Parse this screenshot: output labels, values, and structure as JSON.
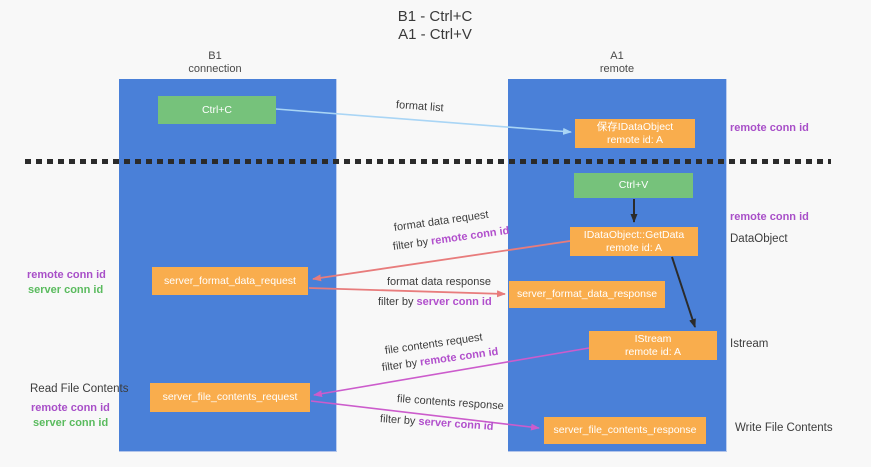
{
  "title": {
    "line1": "B1 - Ctrl+C",
    "line2": "A1 - Ctrl+V"
  },
  "lanes": {
    "left": {
      "title": "B1",
      "subtitle": "connection"
    },
    "right": {
      "title": "A1",
      "subtitle": "remote"
    }
  },
  "nodes": {
    "ctrl_c": {
      "label": "Ctrl+C"
    },
    "ctrl_v": {
      "label": "Ctrl+V"
    },
    "save_idataobject": {
      "line1": "保存IDataObject",
      "line2": "remote id: A"
    },
    "getdata": {
      "line1": "IDataObject::GetData",
      "line2": "remote id: A"
    },
    "istream": {
      "line1": "IStream",
      "line2": "remote id: A"
    },
    "format_request": {
      "label": "server_format_data_request"
    },
    "format_response": {
      "label": "server_format_data_response"
    },
    "file_request": {
      "label": "server_file_contents_request"
    },
    "file_response": {
      "label": "server_file_contents_response"
    }
  },
  "margin_labels": {
    "remote_conn_id": "remote conn id",
    "server_conn_id": "server conn id",
    "dataobject": "DataObject",
    "istream": "Istream",
    "read_file_contents": "Read File Contents",
    "write_file_contents": "Write File Contents"
  },
  "arrow_labels": {
    "format_list": "format list",
    "format_data_request": "format data request",
    "format_data_response": "format data response",
    "file_contents_request": "file contents request",
    "file_contents_response": "file contents response",
    "filter_prefix": "filter by ",
    "remote_key": "remote conn id",
    "server_key": "server conn id"
  },
  "colors": {
    "lane_blue": "#4a80d8",
    "node_green": "#76c27b",
    "node_orange": "#f9ad4d",
    "purple_text": "#a84fc8",
    "green_text": "#5abb5e",
    "arrow_light_blue": "#a9d5f5",
    "arrow_red": "#e87c7c",
    "arrow_magenta": "#cc5ccc",
    "arrow_black": "#2b2b2b",
    "background": "#f8f8f8"
  }
}
